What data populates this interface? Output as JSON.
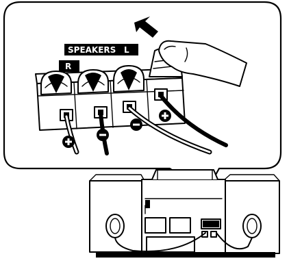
{
  "diagram": {
    "speakers_label": "SPEAKERS",
    "right_label": "R",
    "left_label": "L",
    "terminal_polarities": [
      "plus",
      "minus",
      "minus",
      "plus"
    ],
    "icons": [
      "speaker-icon",
      "arrow-icon",
      "finger-icon"
    ]
  }
}
